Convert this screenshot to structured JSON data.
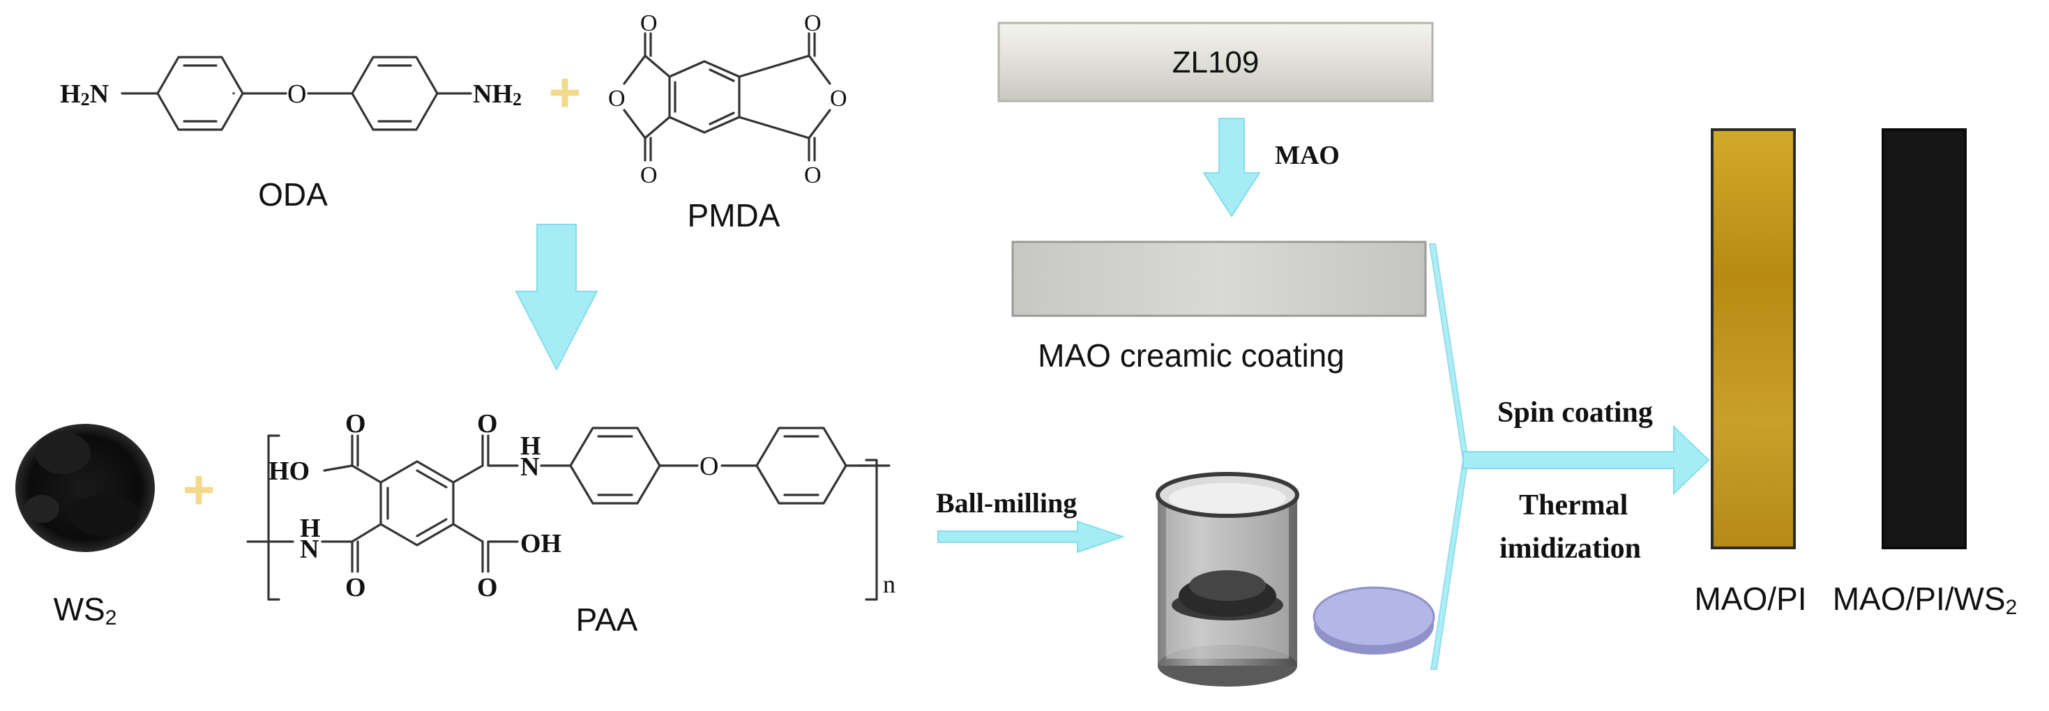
{
  "labels": {
    "oda": "ODA",
    "pmda": "PMDA",
    "paa": "PAA",
    "ws2": "WS",
    "ws2_sub": "2",
    "zl109": "ZL109",
    "mao_step": "MAO",
    "mao_coating": "MAO creamic coating",
    "ball_milling": "Ball-milling",
    "spin_coating": "Spin coating",
    "thermal_line1": "Thermal",
    "thermal_line2": "imidization",
    "mao_pi": "MAO/PI",
    "mao_pi_ws2": "MAO/PI/WS",
    "mao_pi_ws2_sub": "2"
  },
  "chem": {
    "h2n_left": "H",
    "h2n_left_sub": "2",
    "h2n_left_n": "N",
    "nh2_right_n": "NH",
    "nh2_right_sub": "2",
    "o": "O",
    "n": "N",
    "h": "H",
    "ho": "HO",
    "oh": "OH",
    "subscript_n": "n",
    "plus": "+"
  },
  "colors": {
    "arrow": "#a6ecf5",
    "arrow_stroke": "#7fd6e6",
    "plus": "#f3d98b",
    "pi_sample": "#c89a1a",
    "pi_ws2_sample": "#161616",
    "mao_plate": "#cfcfcf",
    "zl109_plate": "#e3e3dc",
    "disc": "#b4b6e6"
  }
}
